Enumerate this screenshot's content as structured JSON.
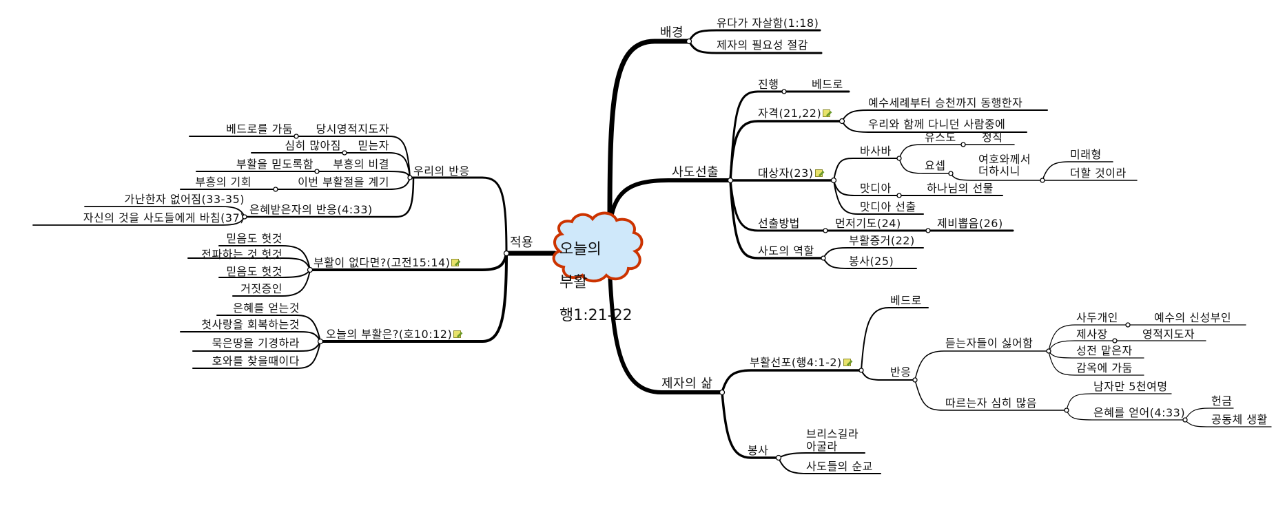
{
  "central": {
    "lines": [
      "오늘의",
      "부활",
      "행1:21-22"
    ],
    "fill_color": "#cfe8fa",
    "border_color": "#cc3300"
  },
  "right": {
    "background": {
      "label": "배경",
      "children": [
        "유다가 자살함(1:18)",
        "제자의 필요성 절감"
      ]
    },
    "apostle_selection": {
      "label": "사도선출",
      "progress": {
        "label": "진행",
        "child": "베드로"
      },
      "qualification": {
        "label": "자격(21,22)",
        "children": [
          "예수세례부터 승천까지 동행한자",
          "우리와 함께 다니던 사람중에"
        ]
      },
      "candidates": {
        "label": "대상자(23)",
        "barsabbas": {
          "label": "바사바",
          "justus": "유스도",
          "justus_child": "정직",
          "joseph": "요셉",
          "joseph_child": "여호와께서\n더하시니",
          "joseph_grand": [
            "미래형",
            "더할 것이라"
          ]
        },
        "matthias": {
          "label": "맛디아",
          "child": "하나님의 선물"
        },
        "matthias_selected": "맛디아 선출"
      },
      "method": {
        "label": "선출방법",
        "first": "먼저기도(24)",
        "second": "제비뽑음(26)"
      },
      "role": {
        "label": "사도의 역할",
        "children": [
          "부활증거(22)",
          "봉사(25)"
        ]
      }
    },
    "disciple_life": {
      "label": "제자의 삶",
      "proclamation": {
        "label": "부활선포(행4:1-2)",
        "peter": "베드로",
        "response": {
          "label": "반응",
          "dislike": {
            "label": "듣는자들이 싫어함",
            "sadducees": "사두개인",
            "sadducees_child": "예수의 신성부인",
            "priests": "제사장",
            "priests_child": "영적지도자",
            "temple_guard": "성전 맡은자",
            "prison": "감옥에 가둠"
          },
          "followers": {
            "label": "따르는자 심히 많음",
            "men": "남자만 5천여명",
            "grace": "은혜를 얻어(4:33)",
            "grace_children": [
              "헌금",
              "공동체 생활"
            ]
          }
        }
      },
      "service": {
        "label": "봉사",
        "children": [
          "브리스길라\n아굴라",
          "사도들의 순교"
        ]
      }
    }
  },
  "left": {
    "application": {
      "label": "적용",
      "our_response": {
        "label": "우리의 반응",
        "rows": [
          {
            "inner": "당시영적지도자",
            "outer": "베드로를 가둠"
          },
          {
            "inner": "믿는자",
            "outer": "심히 많아짐"
          },
          {
            "inner": "부흥의 비결",
            "outer": "부활을 믿도록함"
          },
          {
            "inner": "이번 부활절을 계기",
            "outer": "부흥의 기회"
          }
        ]
      },
      "graced_response": {
        "label": "은혜받은자의 반응(4:33)",
        "children": [
          "가난한자 없어짐(33-35)",
          "자신의 것을 사도들에게 바침(37)"
        ]
      },
      "no_resurrection": {
        "label": "부활이 없다면?(고전15:14)",
        "children": [
          "믿음도 헛것",
          "전파하는 것 헛것",
          "믿음도 헛것",
          "거짓증인"
        ]
      },
      "todays_resurrection": {
        "label": "오늘의 부활은?(호10:12)",
        "children": [
          "은혜를 얻는것",
          "첫사랑을 회복하는것",
          "묵은땅을 기경하라",
          "호와를 찾을때이다"
        ]
      }
    }
  },
  "icons": {
    "note": "note-pencil-icon"
  }
}
